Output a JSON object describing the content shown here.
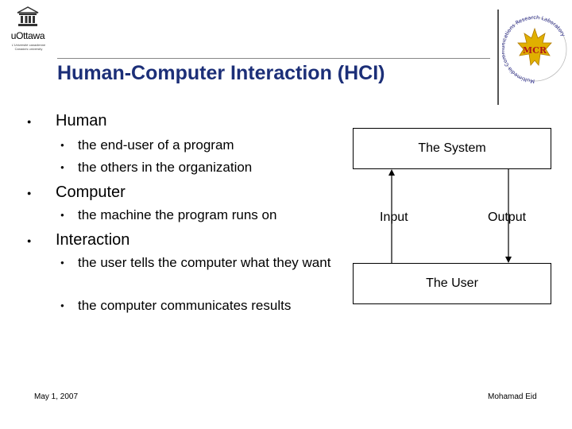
{
  "logo": {
    "name": "uOttawa",
    "tagline": "L'Université canadienne Canada's university"
  },
  "title": "Human-Computer Interaction (HCI)",
  "seal": {
    "ring_text": "Multimedia Communications Research Laboratory",
    "center": "MCR"
  },
  "outline": {
    "human": {
      "label": "Human",
      "items": [
        "the end-user of a program",
        "the others in the organization"
      ]
    },
    "computer": {
      "label": "Computer",
      "items": [
        "the machine the program runs on"
      ]
    },
    "interaction": {
      "label": "Interaction",
      "items": [
        "the user tells the computer what they want",
        "the computer communicates results"
      ]
    }
  },
  "diagram": {
    "system": "The System",
    "user": "The User",
    "input": "Input",
    "output": "Output"
  },
  "footer": {
    "date": "May 1, 2007",
    "author": "Mohamad Eid"
  }
}
